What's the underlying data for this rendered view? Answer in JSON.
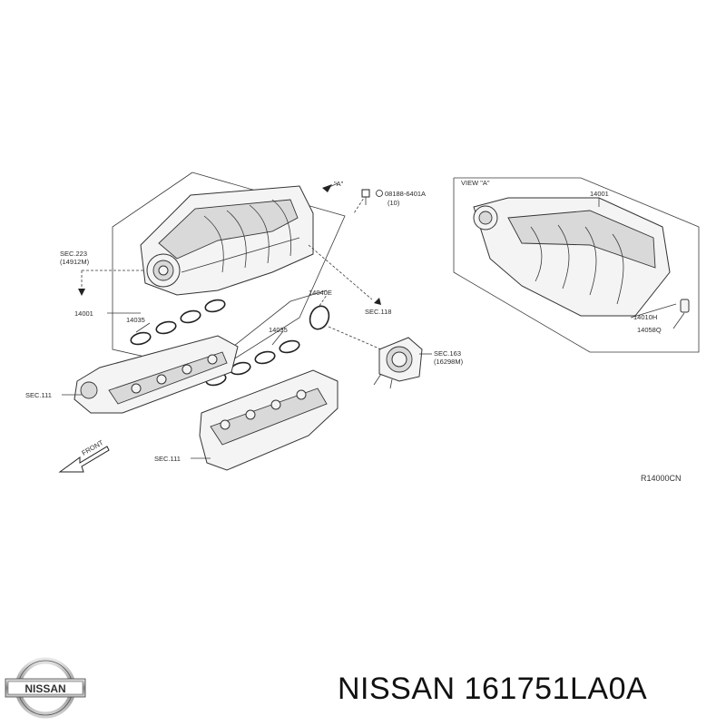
{
  "labels": {
    "view_a_marker": "\"A\"",
    "bolt_part": "08188-6401A",
    "bolt_qty": "(10)",
    "sec223": "SEC.223",
    "sec223_sub": "(14912M)",
    "manifold_left": "14001",
    "gasket_upper_left": "14035",
    "seal_ring": "14040E",
    "sec118": "SEC.118",
    "gasket_lower_right": "14035",
    "sec163": "SEC.163",
    "sec163_sub": "(16298M)",
    "sec111_left": "SEC.111",
    "sec111_bottom": "SEC.111",
    "front": "FRONT",
    "view_a_title": "VIEW \"A\"",
    "manifold_right": "14001",
    "part_14010h": "14010H",
    "part_14058q": "14058Q",
    "diagram_ref": "R14000CN"
  },
  "brand": {
    "logo_text": "NISSAN",
    "caption": "NISSAN 161751LA0A"
  }
}
